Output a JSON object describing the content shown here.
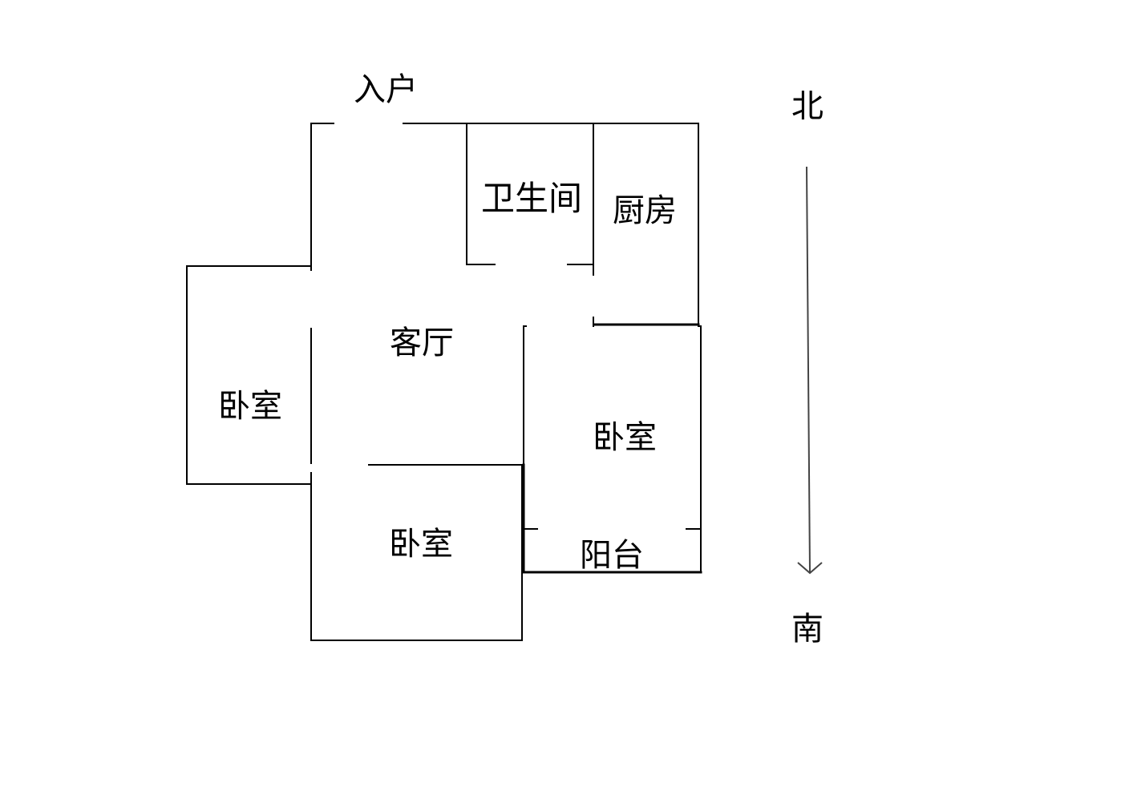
{
  "labels": {
    "entrance": "入户",
    "bathroom": "卫生间",
    "kitchen": "厨房",
    "living_room": "客厅",
    "bedroom_west": "卧室",
    "bedroom_east": "卧室",
    "bedroom_south": "卧室",
    "balcony": "阳台",
    "north": "北",
    "south": "南"
  },
  "colors": {
    "wall": "#000000",
    "arrow": "#444444",
    "background": "#ffffff"
  }
}
